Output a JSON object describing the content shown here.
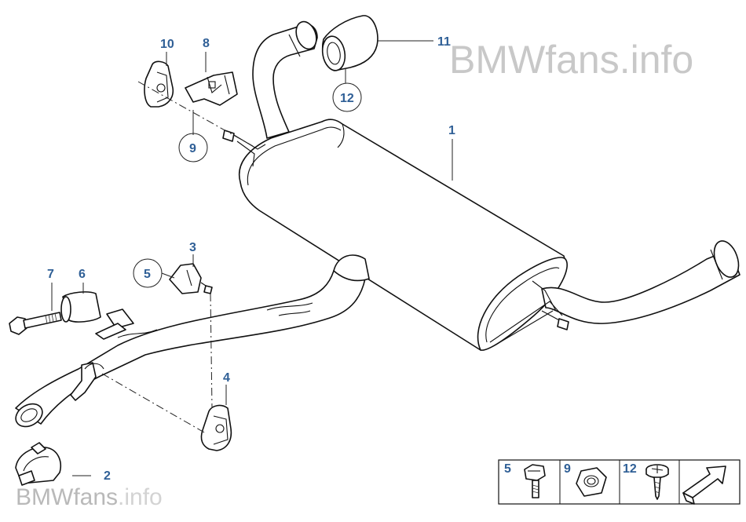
{
  "watermark": {
    "top_text": "BMWfans.info",
    "bottom_main": "BMWfans",
    "bottom_suffix": ".info"
  },
  "callouts": {
    "c1": "1",
    "c2": "2",
    "c3": "3",
    "c4": "4",
    "c5": "5",
    "c6": "6",
    "c7": "7",
    "c8": "8",
    "c9": "9",
    "c10": "10",
    "c11": "11",
    "c12": "12"
  },
  "legend": {
    "items": [
      {
        "label": "5",
        "icon": "hex-bolt-icon"
      },
      {
        "label": "9",
        "icon": "hex-nut-icon"
      },
      {
        "label": "12",
        "icon": "screw-icon"
      }
    ],
    "nav_icon": "arrow-icon"
  },
  "colors": {
    "callout": "#2f5f96",
    "watermark": "#c8c8c8",
    "line": "#111111"
  }
}
